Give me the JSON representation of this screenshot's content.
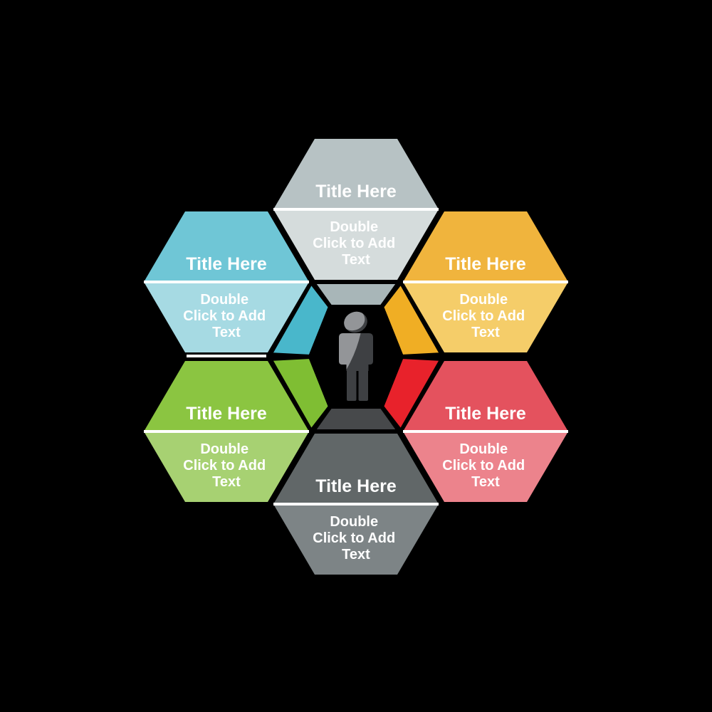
{
  "background_color": "#000000",
  "divider_color": "#ffffff",
  "text_color": "#ffffff",
  "center_icon": {
    "icon": "person-icon",
    "light_color": "#939598",
    "dark_color": "#3e4043"
  },
  "hexagons": [
    {
      "id": "top",
      "color_name": "silver-gray",
      "title": "Title Here",
      "body_lines": [
        "Double",
        "Click to Add",
        "Text"
      ],
      "colors": {
        "top": "#b7c2c4",
        "bottom": "#d5dcdc",
        "flap": "#a8b6b8"
      }
    },
    {
      "id": "upper-left",
      "color_name": "teal",
      "title": "Title Here",
      "body_lines": [
        "Double",
        "Click to Add",
        "Text"
      ],
      "colors": {
        "top": "#6fc6d6",
        "bottom": "#a6dae3",
        "flap": "#49b7cb"
      }
    },
    {
      "id": "upper-right",
      "color_name": "yellow",
      "title": "Title Here",
      "body_lines": [
        "Double",
        "Click to Add",
        "Text"
      ],
      "colors": {
        "top": "#f0b43d",
        "bottom": "#f5cd69",
        "flap": "#f0ae24"
      }
    },
    {
      "id": "lower-left",
      "color_name": "green",
      "title": "Title Here",
      "body_lines": [
        "Double",
        "Click to Add",
        "Text"
      ],
      "colors": {
        "top": "#8bc541",
        "bottom": "#a7d172",
        "flap": "#7fbe33"
      }
    },
    {
      "id": "lower-right",
      "color_name": "red",
      "title": "Title Here",
      "body_lines": [
        "Double",
        "Click to Add",
        "Text"
      ],
      "colors": {
        "top": "#e4525e",
        "bottom": "#ec838c",
        "flap": "#e8222b"
      }
    },
    {
      "id": "bottom",
      "color_name": "dark-gray",
      "title": "Title Here",
      "body_lines": [
        "Double",
        "Click to Add",
        "Text"
      ],
      "colors": {
        "top": "#616768",
        "bottom": "#7d8486",
        "flap": "#47494b"
      }
    }
  ]
}
